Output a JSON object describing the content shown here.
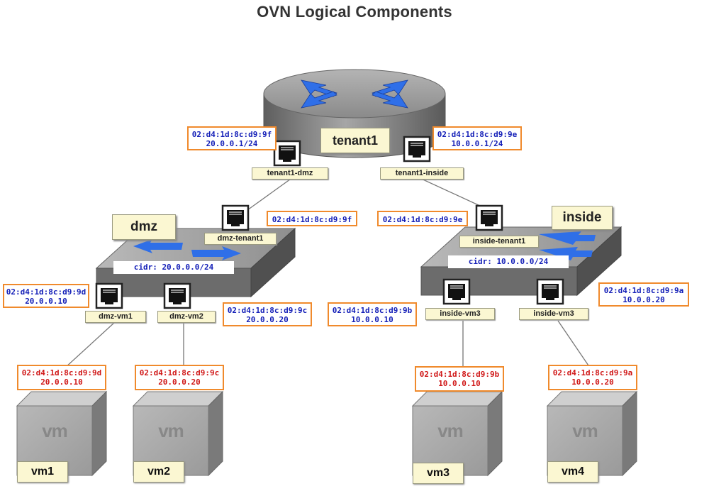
{
  "title": "OVN Logical Components",
  "router": {
    "name": "tenant1"
  },
  "ports": {
    "tenant1_dmz": "tenant1-dmz",
    "tenant1_inside": "tenant1-inside",
    "dmz_tenant1": "dmz-tenant1",
    "inside_tenant1": "inside-tenant1",
    "dmz_vm1": "dmz-vm1",
    "dmz_vm2": "dmz-vm2",
    "inside_vm3": "inside-vm3",
    "inside_vm4": "inside-vm3"
  },
  "switches": {
    "dmz": {
      "name": "dmz",
      "cidr": "cidr: 20.0.0.0/24"
    },
    "inside": {
      "name": "inside",
      "cidr": "cidr: 10.0.0.0/24"
    }
  },
  "labels": {
    "router_dmz": {
      "mac": "02:d4:1d:8c:d9:9f",
      "ip": "20.0.0.1/24"
    },
    "router_inside": {
      "mac": "02:d4:1d:8c:d9:9e",
      "ip": "10.0.0.1/24"
    },
    "dmz_tenant1": {
      "mac": "02:d4:1d:8c:d9:9f"
    },
    "inside_tenant1": {
      "mac": "02:d4:1d:8c:d9:9e"
    },
    "dmz_vm1": {
      "mac": "02:d4:1d:8c:d9:9d",
      "ip": "20.0.0.10"
    },
    "dmz_vm2": {
      "mac": "02:d4:1d:8c:d9:9c",
      "ip": "20.0.0.20"
    },
    "inside_vm3": {
      "mac": "02:d4:1d:8c:d9:9b",
      "ip": "10.0.0.10"
    },
    "inside_vm4": {
      "mac": "02:d4:1d:8c:d9:9a",
      "ip": "10.0.0.20"
    },
    "vm1": {
      "mac": "02:d4:1d:8c:d9:9d",
      "ip": "20.0.0.10"
    },
    "vm2": {
      "mac": "02:d4:1d:8c:d9:9c",
      "ip": "20.0.0.20"
    },
    "vm3": {
      "mac": "02:d4:1d:8c:d9:9b",
      "ip": "10.0.0.10"
    },
    "vm4": {
      "mac": "02:d4:1d:8c:d9:9a",
      "ip": "10.0.0.20"
    }
  },
  "vms": {
    "logo": "vm",
    "vm1": "vm1",
    "vm2": "vm2",
    "vm3": "vm3",
    "vm4": "vm4"
  },
  "colors": {
    "label_border": "#f08a2c",
    "port_text_blue": "#1520b8",
    "vm_text_red": "#d01818",
    "arrow_blue": "#2f6fe8",
    "device_gray": "#8e8e8e"
  }
}
